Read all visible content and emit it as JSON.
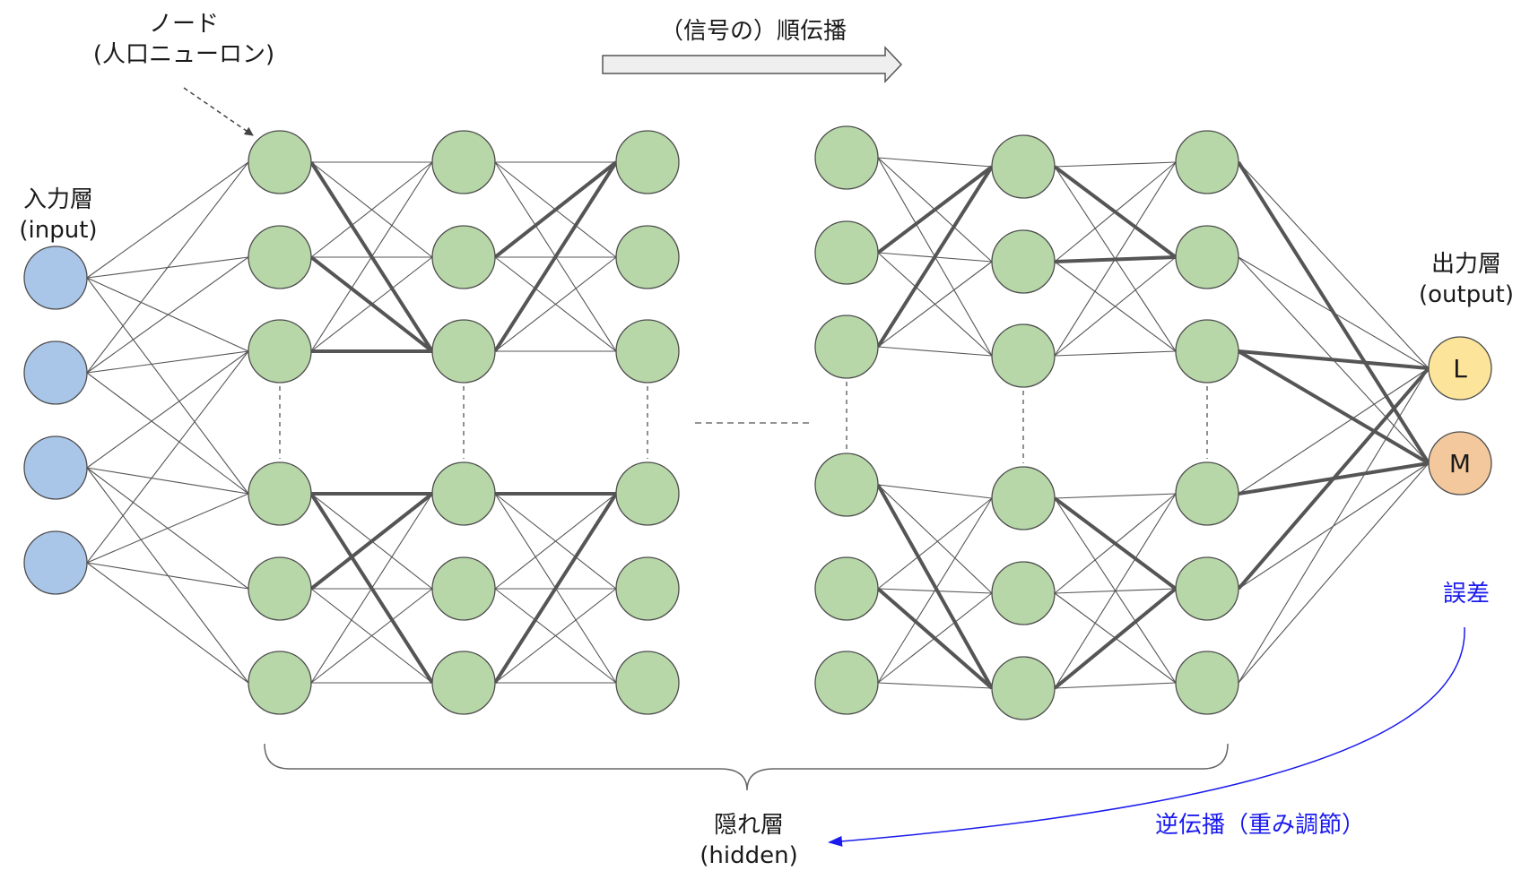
{
  "labels": {
    "node_title": "ノード",
    "node_sub": "(人口ニューロン)",
    "forward": "（信号の）順伝播",
    "input_title": "入力層",
    "input_sub": "(input)",
    "output_title": "出力層",
    "output_sub": "(output)",
    "hidden_title": "隠れ層",
    "hidden_sub": "(hidden)",
    "error": "誤差",
    "backprop": "逆伝播（重み調節）"
  },
  "output_nodes": [
    {
      "label": "L",
      "color": "#fce49b"
    },
    {
      "label": "M",
      "color": "#f3c89c"
    }
  ],
  "colors": {
    "input_node": "#a9c5e8",
    "hidden_node": "#b7d7a8",
    "node_stroke": "#4d4d4d",
    "edge": "#555555",
    "backprop": "#1a1aee"
  }
}
